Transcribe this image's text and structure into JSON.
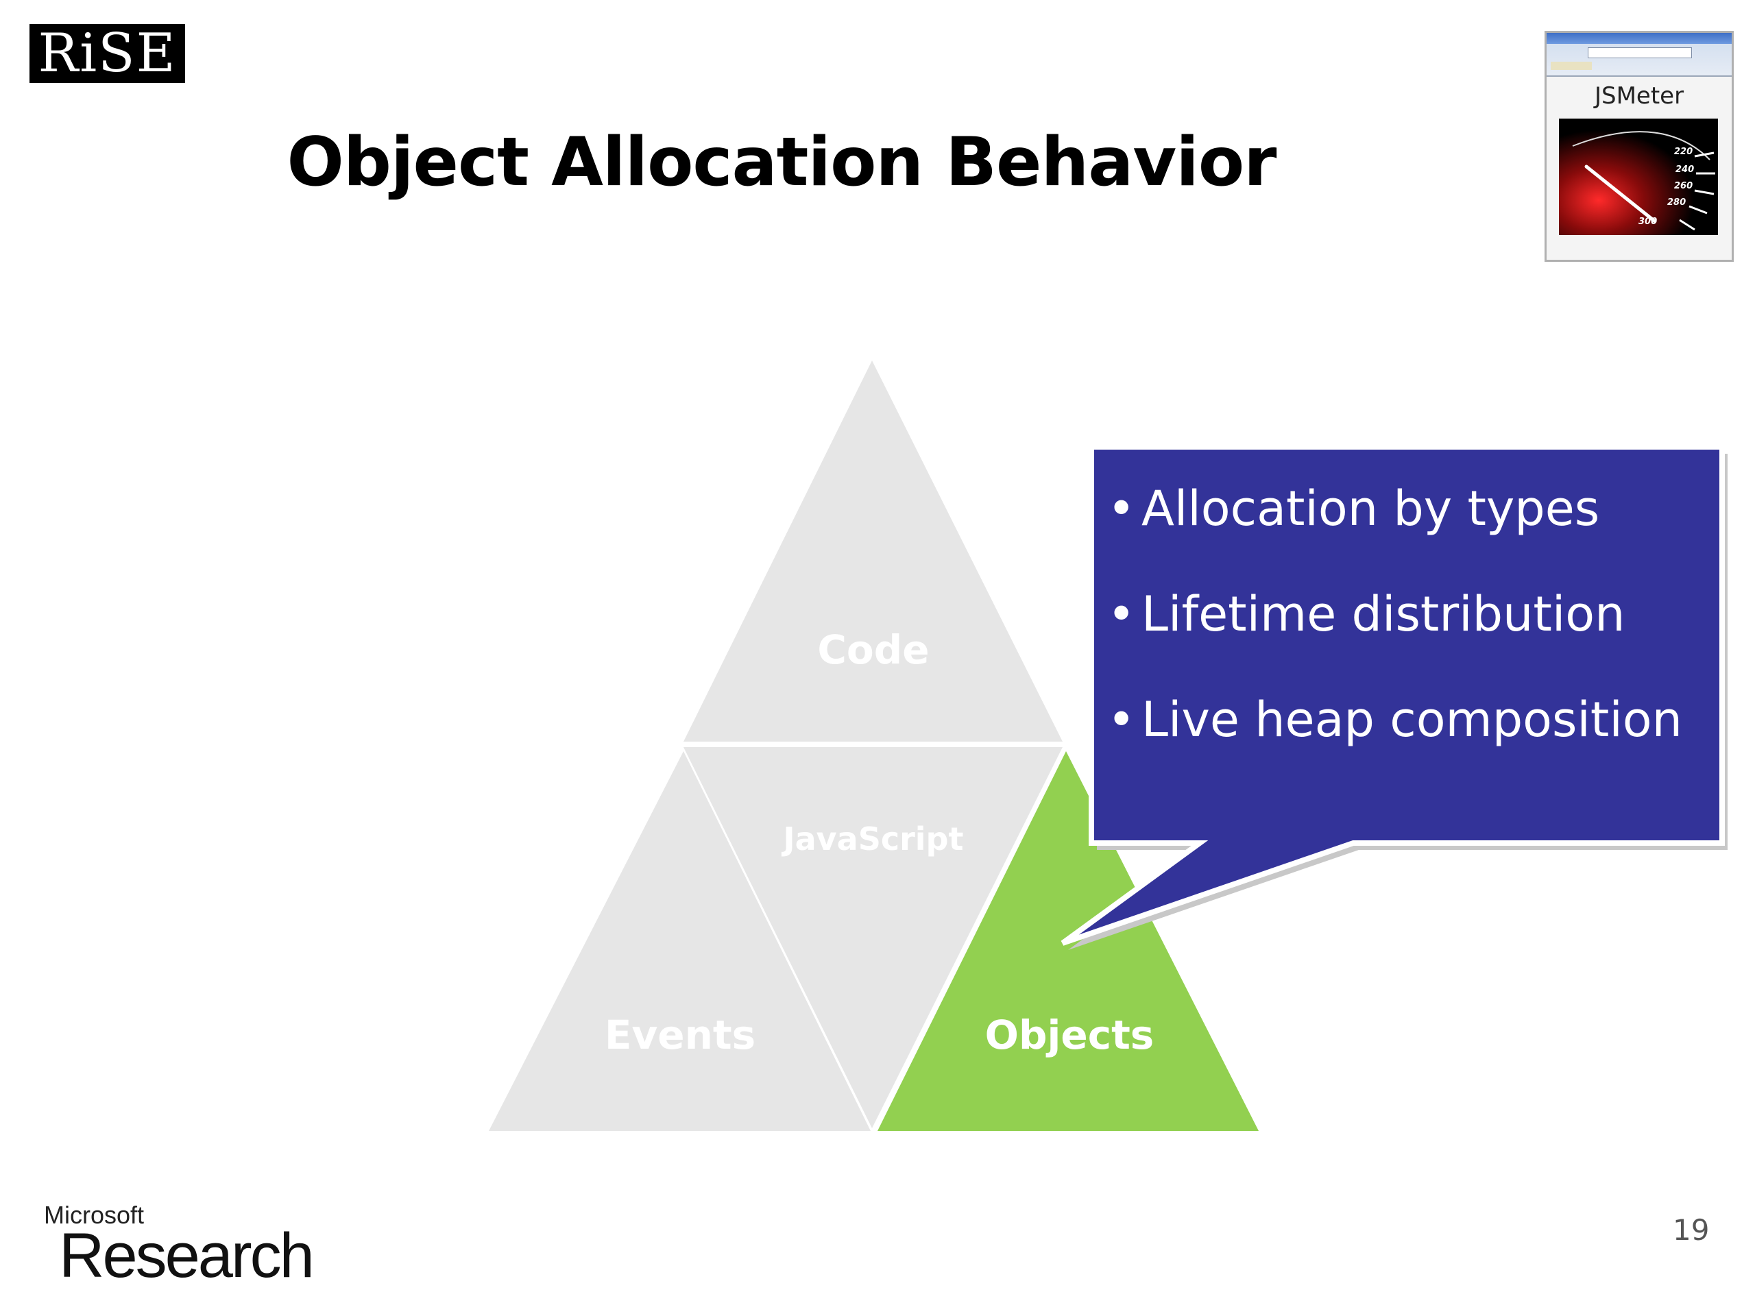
{
  "logo": {
    "text": "RiSE"
  },
  "title": "Object Allocation Behavior",
  "thumbnail": {
    "label": "JSMeter",
    "gauge_ticks": [
      "220",
      "240",
      "260",
      "280",
      "300"
    ]
  },
  "diagram": {
    "top": "Code",
    "center": "JavaScript",
    "left": "Events",
    "right": "Objects",
    "highlight": "Objects",
    "colors": {
      "inactive": "#e6e6e6",
      "active": "#92d050",
      "label": "#ffffff"
    }
  },
  "callout": {
    "background": "#333399",
    "bullet": "•",
    "items": [
      "Allocation by types",
      "Lifetime distribution",
      "Live heap composition"
    ]
  },
  "footer": {
    "brand_top": "Microsoft",
    "brand_bottom": "Research",
    "page_number": "19"
  }
}
